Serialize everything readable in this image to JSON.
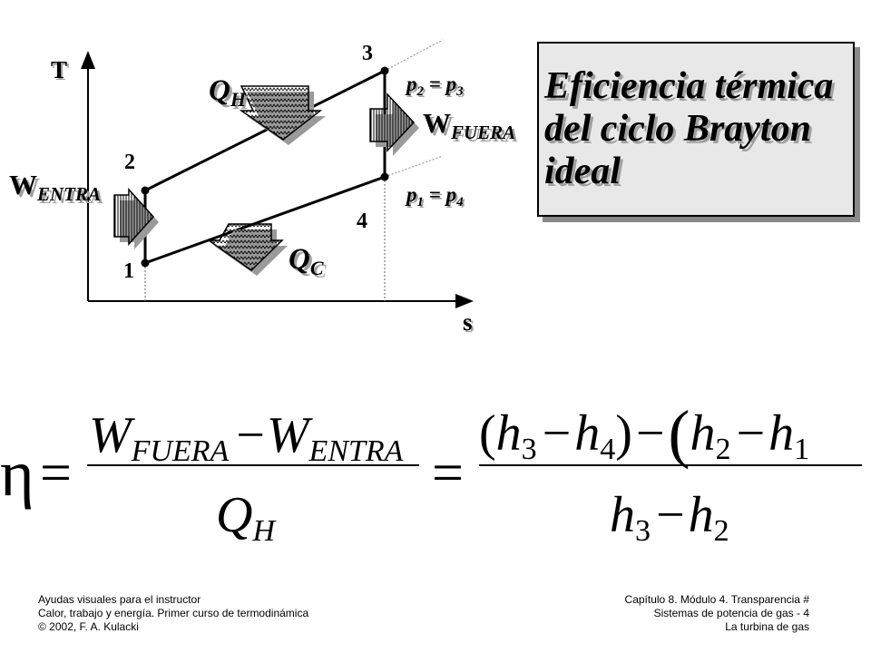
{
  "diagram": {
    "axis_y": "T",
    "axis_x": "s",
    "states": [
      "1",
      "2",
      "3",
      "4"
    ],
    "isobar_high": {
      "p_a": "p",
      "sub_a": "2",
      "eq": " = ",
      "p_b": "p",
      "sub_b": "3"
    },
    "isobar_low": {
      "p_a": "p",
      "sub_a": "1",
      "eq": " = ",
      "p_b": "p",
      "sub_b": "4"
    },
    "qh": {
      "main": "Q",
      "sub": "H"
    },
    "qc": {
      "main": "Q",
      "sub": "C"
    },
    "w_out": {
      "main": "W",
      "sub": "FUERA"
    },
    "w_in": {
      "main": "W",
      "sub": "ENTRA"
    }
  },
  "title": {
    "line1": "Eficiencia térmica",
    "line2": "del ciclo Brayton",
    "line3": "ideal"
  },
  "formula": {
    "eta": "η",
    "equals": "=",
    "num1_w1": "W",
    "num1_w1_sub": "FUERA",
    "minus": "−",
    "num1_w2": "W",
    "num1_w2_sub": "ENTRA",
    "den1": "Q",
    "den1_sub": "H",
    "h": "h",
    "sub1": "1",
    "sub2": "2",
    "sub3": "3",
    "sub4": "4",
    "lparen": "(",
    "rparen": ")"
  },
  "footer": {
    "left": [
      "Ayudas visuales para el instructor",
      "Calor, trabajo y energía. Primer curso de termodinámica",
      "© 2002, F. A. Kulacki"
    ],
    "right": [
      "Capítulo 8. Módulo 4. Transparencia  #",
      "Sistemas de potencia de gas - 4",
      "La turbina de gas"
    ]
  }
}
